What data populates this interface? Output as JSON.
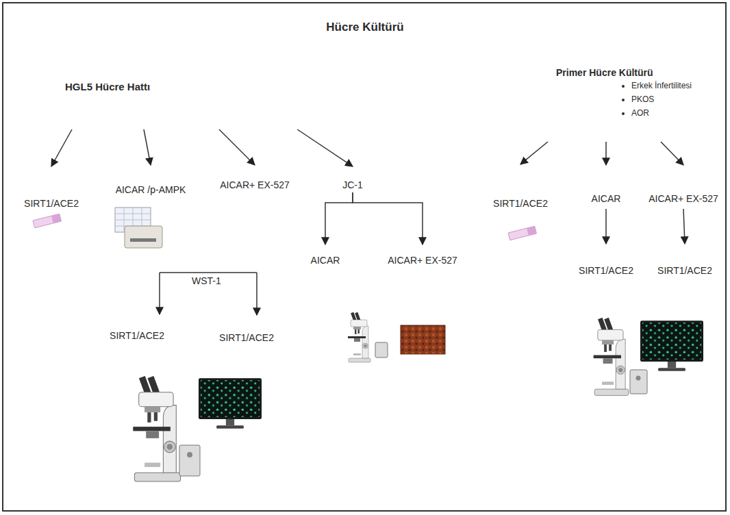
{
  "diagram": {
    "title": "Hücre Kültürü",
    "nodes": [
      {
        "text": [
          "HGL5 Hücre Hattı"
        ]
      },
      {
        "text": [
          "SIRT1/ACE2"
        ]
      },
      {
        "text": [
          "AICAR /p-AMPK"
        ]
      },
      {
        "text": [
          "AICAR+ EX-527"
        ]
      },
      {
        "text": [
          "JC-1"
        ]
      },
      {
        "text": [
          "SIRT1/ACE2"
        ]
      },
      {
        "text": [
          "SIRT1/ACE2"
        ]
      },
      {
        "text": [
          "AICAR"
        ]
      },
      {
        "text": [
          "AICAR+ EX-527"
        ]
      },
      {
        "text": [
          "Primer Hücre Kültürü",
          "Erkek İnfertilitesi",
          "PKOS",
          "AOR"
        ]
      },
      {
        "text": [
          "SIRT1/ACE2"
        ]
      },
      {
        "text": [
          "AICAR"
        ]
      },
      {
        "text": [
          "AICAR+ EX-527"
        ]
      },
      {
        "text": [
          "SIRT1/ACE2"
        ]
      },
      {
        "text": [
          "SIRT1/ACE2"
        ]
      }
    ],
    "edges": [
      {
        "from": 0,
        "to": 1,
        "arrow": "to"
      },
      {
        "from": 0,
        "to": 2,
        "arrow": "to"
      },
      {
        "from": 0,
        "to": 3,
        "arrow": "to"
      },
      {
        "from": 0,
        "to": 4,
        "arrow": "to"
      },
      {
        "from": 4,
        "to": 7,
        "arrow": "to"
      },
      {
        "from": 4,
        "to": 8,
        "arrow": "to"
      },
      {
        "from": 9,
        "to": 10,
        "arrow": "to"
      },
      {
        "from": 9,
        "to": 11,
        "arrow": "to"
      },
      {
        "from": 9,
        "to": 12,
        "arrow": "to"
      },
      {
        "from": 11,
        "to": 13,
        "arrow": "to"
      },
      {
        "from": 12,
        "to": 14,
        "arrow": "to"
      }
    ],
    "labels": [
      "WST-1"
    ]
  }
}
